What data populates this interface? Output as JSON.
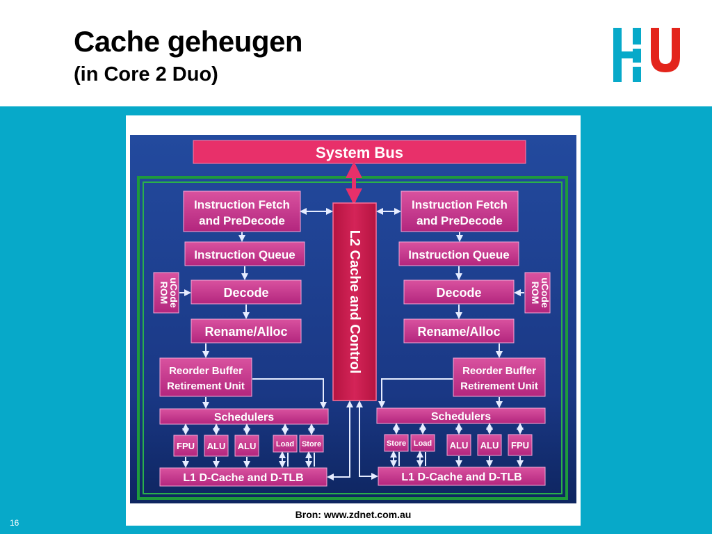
{
  "slide": {
    "title": "Cache geheugen",
    "subtitle": "(in Core 2 Duo)",
    "page_number": "16",
    "caption": "Bron: www.zdnet.com.au"
  },
  "colors": {
    "accent_teal": "#07a9c9",
    "logo_red": "#e3241b",
    "diagram_bg": "#1d3d8c",
    "block_magenta": "#cc3e98",
    "l2_red": "#cc1e4c",
    "bus_pink": "#e8306a",
    "core_border_green": "#1e9a3c"
  },
  "logo": {
    "icon": "hu-logo"
  },
  "diagram": {
    "system_bus": "System Bus",
    "l2_cache": "L2 Cache and Control",
    "left_core": {
      "instruction_fetch_line1": "Instruction Fetch",
      "instruction_fetch_line2": "and PreDecode",
      "instruction_queue": "Instruction Queue",
      "ucode_rom_line1": "uCode",
      "ucode_rom_line2": "ROM",
      "decode": "Decode",
      "rename_alloc": "Rename/Alloc",
      "reorder_buffer_line1": "Reorder Buffer",
      "reorder_buffer_line2": "Retirement Unit",
      "schedulers": "Schedulers",
      "fpu": "FPU",
      "alu1": "ALU",
      "alu2": "ALU",
      "load": "Load",
      "store": "Store",
      "l1_cache": "L1 D-Cache and D-TLB"
    },
    "right_core": {
      "instruction_fetch_line1": "Instruction Fetch",
      "instruction_fetch_line2": "and PreDecode",
      "instruction_queue": "Instruction Queue",
      "ucode_rom_line1": "uCode",
      "ucode_rom_line2": "ROM",
      "decode": "Decode",
      "rename_alloc": "Rename/Alloc",
      "reorder_buffer_line1": "Reorder Buffer",
      "reorder_buffer_line2": "Retirement Unit",
      "schedulers": "Schedulers",
      "store": "Store",
      "load": "Load",
      "alu1": "ALU",
      "alu2": "ALU",
      "fpu": "FPU",
      "l1_cache": "L1 D-Cache and D-TLB"
    }
  }
}
